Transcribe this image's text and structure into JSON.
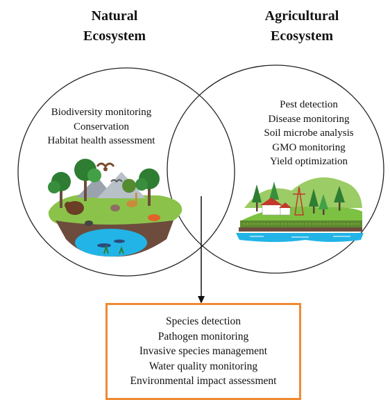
{
  "natural": {
    "title_line1": "Natural",
    "title_line2": "Ecosystem",
    "items": [
      "Biodiversity monitoring",
      "Conservation",
      "Habitat health assessment"
    ]
  },
  "agricultural": {
    "title_line1": "Agricultural",
    "title_line2": "Ecosystem",
    "items": [
      "Pest detection",
      "Disease monitoring",
      "Soil microbe analysis",
      "GMO monitoring",
      "Yield optimization"
    ]
  },
  "overlap": {
    "items": [
      "Species detection",
      "Pathogen monitoring",
      "Invasive species management",
      "Water quality monitoring",
      "Environmental impact assessment"
    ]
  },
  "colors": {
    "circle_stroke": "#222222",
    "box_border": "#f08a32",
    "arrow": "#111111",
    "water": "#22b4e6",
    "grass": "#7cc142",
    "tree_dark": "#2e7d32"
  },
  "icons": {
    "natural_illustration": "wildlife-habitat-illustration",
    "agricultural_illustration": "farm-landscape-illustration"
  }
}
